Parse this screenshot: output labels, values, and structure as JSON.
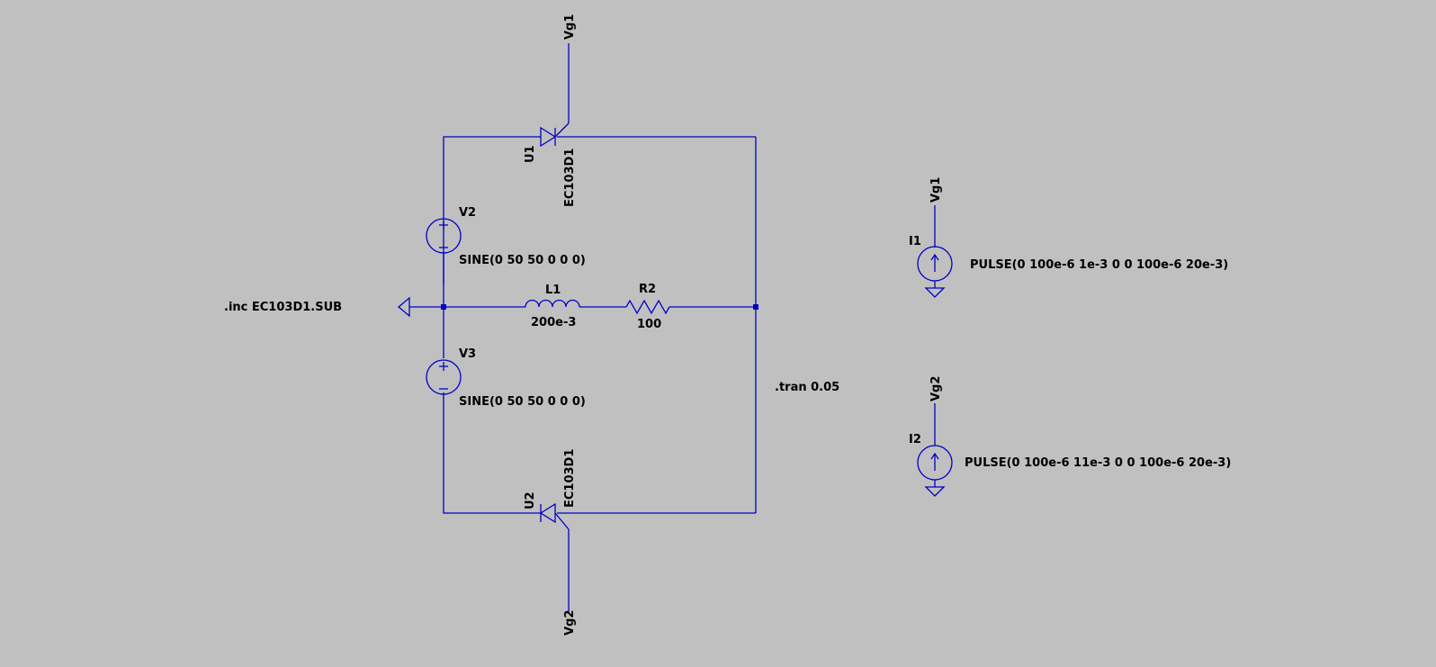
{
  "schematic": {
    "colors": {
      "background": "#c0c0c0",
      "wire": "#0000c8",
      "text": "#000000"
    },
    "directives": {
      "include": ".inc EC103D1.SUB",
      "tran": ".tran 0.05"
    },
    "U1": {
      "ref": "U1",
      "model": "EC103D1",
      "gate_net": "Vg1"
    },
    "U2": {
      "ref": "U2",
      "model": "EC103D1",
      "gate_net": "Vg2"
    },
    "V2": {
      "ref": "V2",
      "value": "SINE(0 50 50 0 0 0)"
    },
    "V3": {
      "ref": "V3",
      "value": "SINE(0 50 50 0 0 0)"
    },
    "L1": {
      "ref": "L1",
      "value": "200e-3"
    },
    "R2": {
      "ref": "R2",
      "value": "100"
    },
    "I1": {
      "ref": "I1",
      "value": "PULSE(0 100e-6 1e-3 0 0 100e-6 20e-3)",
      "net": "Vg1"
    },
    "I2": {
      "ref": "I2",
      "value": "PULSE(0 100e-6 11e-3 0 0 100e-6 20e-3)",
      "net": "Vg2"
    }
  }
}
